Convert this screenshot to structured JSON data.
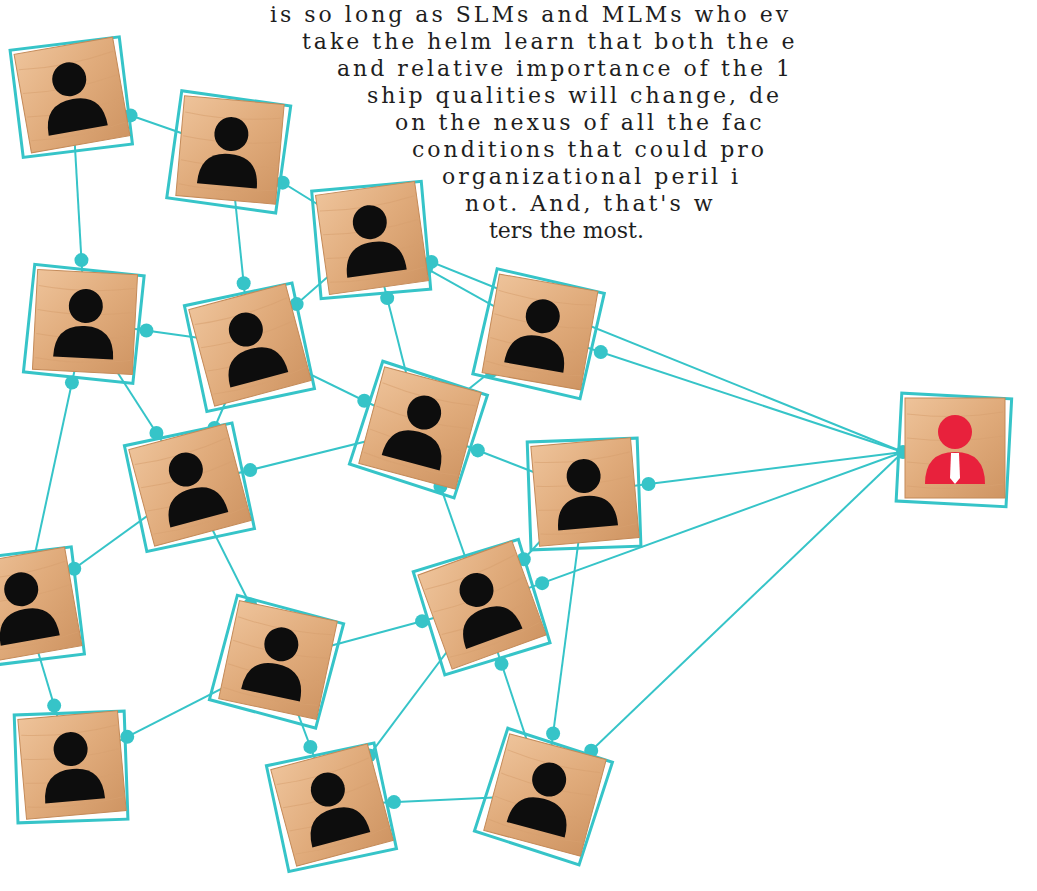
{
  "diagram": {
    "labels": [
      "is so long as SLMs and MLMs who ev",
      "take the helm learn that both the e",
      "and relative importance of the 1",
      "ship qualities will change, de",
      "on the nexus of all the fac",
      "conditions that could pro",
      "organizational peril i",
      "not. And, that's w",
      "ters the most."
    ]
  }
}
